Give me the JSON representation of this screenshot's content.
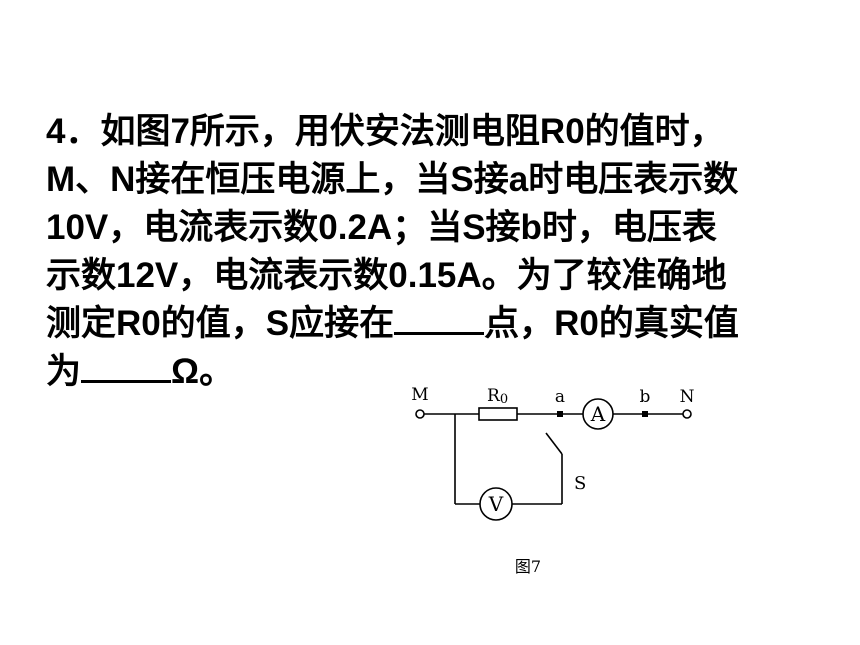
{
  "question": {
    "line1": "4．如图7所示，用伏安法测电阻R0的值时，",
    "line2": "M、N接在恒压电源上，当S接a时电压表示数",
    "line3": "10V，电流表示数0.2A；当S接b时，电压表",
    "line4": "示数12V，电流表示数0.15A。为了较准确地",
    "line5a": "测定R0的值，S应接在",
    "line5b": "点，R0的真实值",
    "line6a": "为",
    "line6b": "Ω。"
  },
  "figure": {
    "label_m": "M",
    "label_n": "N",
    "label_r": "R",
    "label_r_sub": "0",
    "label_a": "a",
    "label_b": "b",
    "label_ammeter": "A",
    "label_voltmeter": "V",
    "label_s": "S",
    "caption": "图7"
  }
}
